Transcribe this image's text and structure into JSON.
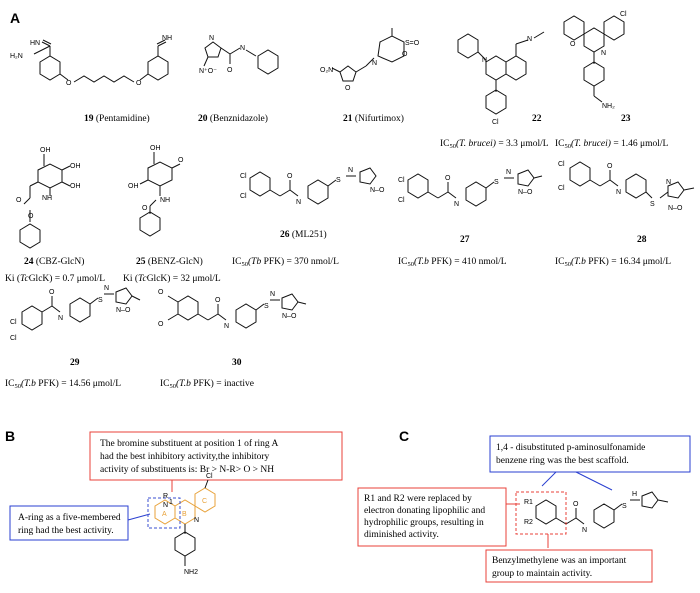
{
  "panels": {
    "a": "A",
    "b": "B",
    "c": "C"
  },
  "compounds": {
    "c19": {
      "num": "19",
      "name": "(Pentamidine)"
    },
    "c20": {
      "num": "20",
      "name": "(Benznidazole)"
    },
    "c21": {
      "num": "21",
      "name": "(Nifurtimox)"
    },
    "c22": {
      "num": "22",
      "ic_pre": "IC",
      "ic_sub": "50",
      "ic_org": "(T. brucei)",
      "ic_val": "= 3.3 μmol/L"
    },
    "c23": {
      "num": "23",
      "ic_pre": "IC",
      "ic_sub": "50",
      "ic_org": "(T. brucei)",
      "ic_val": "= 1.46 μmol/L"
    },
    "c24": {
      "num": "24",
      "name": "(CBZ-GlcN)",
      "k_pre": "Ki (",
      "k_org": "Tc",
      "k_val": "GlcK) = 0.7 μmol/L"
    },
    "c25": {
      "num": "25",
      "name": "(BENZ-GlcN)",
      "k_pre": "Ki (",
      "k_org": "Tc",
      "k_val": "GlcK) = 32 μmol/L"
    },
    "c26": {
      "num": "26",
      "name": "(ML251)",
      "ic_pre": "IC",
      "ic_sub": "50",
      "ic_org": "(Tb",
      "ic_val": "PFK) = 370 nmol/L"
    },
    "c27": {
      "num": "27",
      "ic_pre": "IC",
      "ic_sub": "50",
      "ic_org": "(T.b",
      "ic_val": "PFK) = 410 nmol/L"
    },
    "c28": {
      "num": "28",
      "ic_pre": "IC",
      "ic_sub": "50",
      "ic_org": "(T.b",
      "ic_val": "PFK) = 16.34 μmol/L"
    },
    "c29": {
      "num": "29",
      "ic_pre": "IC",
      "ic_sub": "50",
      "ic_org": "(T.b",
      "ic_val": "PFK) = 14.56 μmol/L"
    },
    "c30": {
      "num": "30",
      "ic_pre": "IC",
      "ic_sub": "50",
      "ic_org": "(T.b",
      "ic_val": "PFK) = inactive"
    }
  },
  "panel_b": {
    "top_note": [
      "The bromine substituent at position 1 of ring A",
      "had the best inhibitory activity,the inhibitory",
      "activity of substituents is: Br > N-R> O > NH"
    ],
    "left_note": [
      "A-ring as a five-membered",
      "ring had the best activity."
    ],
    "ring_labels": {
      "a": "A",
      "b": "B",
      "c": "C"
    },
    "atoms": {
      "r": "R",
      "n1": "N",
      "n_pyr": "N",
      "cl": "Cl",
      "nh2": "NH2",
      "one": "1"
    }
  },
  "panel_c": {
    "top_note": [
      "1,4 - disubstituted  p-aminosulfonamide",
      "benzene ring was the best scaffold."
    ],
    "left_note": [
      "R1 and R2 were replaced by",
      "electron donating lipophilic and",
      "hydrophilic groups, resulting in",
      "diminished activity."
    ],
    "bottom_note": [
      "Benzylmethylene  was an important",
      "group to maintain activity."
    ],
    "atoms": {
      "r1": "R1",
      "r2": "R2",
      "o": "O",
      "n": "N",
      "s": "S",
      "h": "H"
    }
  },
  "colors": {
    "red_box": "#e8403a",
    "blue_box": "#2a3fd0",
    "orange_ring": "#e8a23a",
    "dash_blue": "#3a4fd0"
  }
}
